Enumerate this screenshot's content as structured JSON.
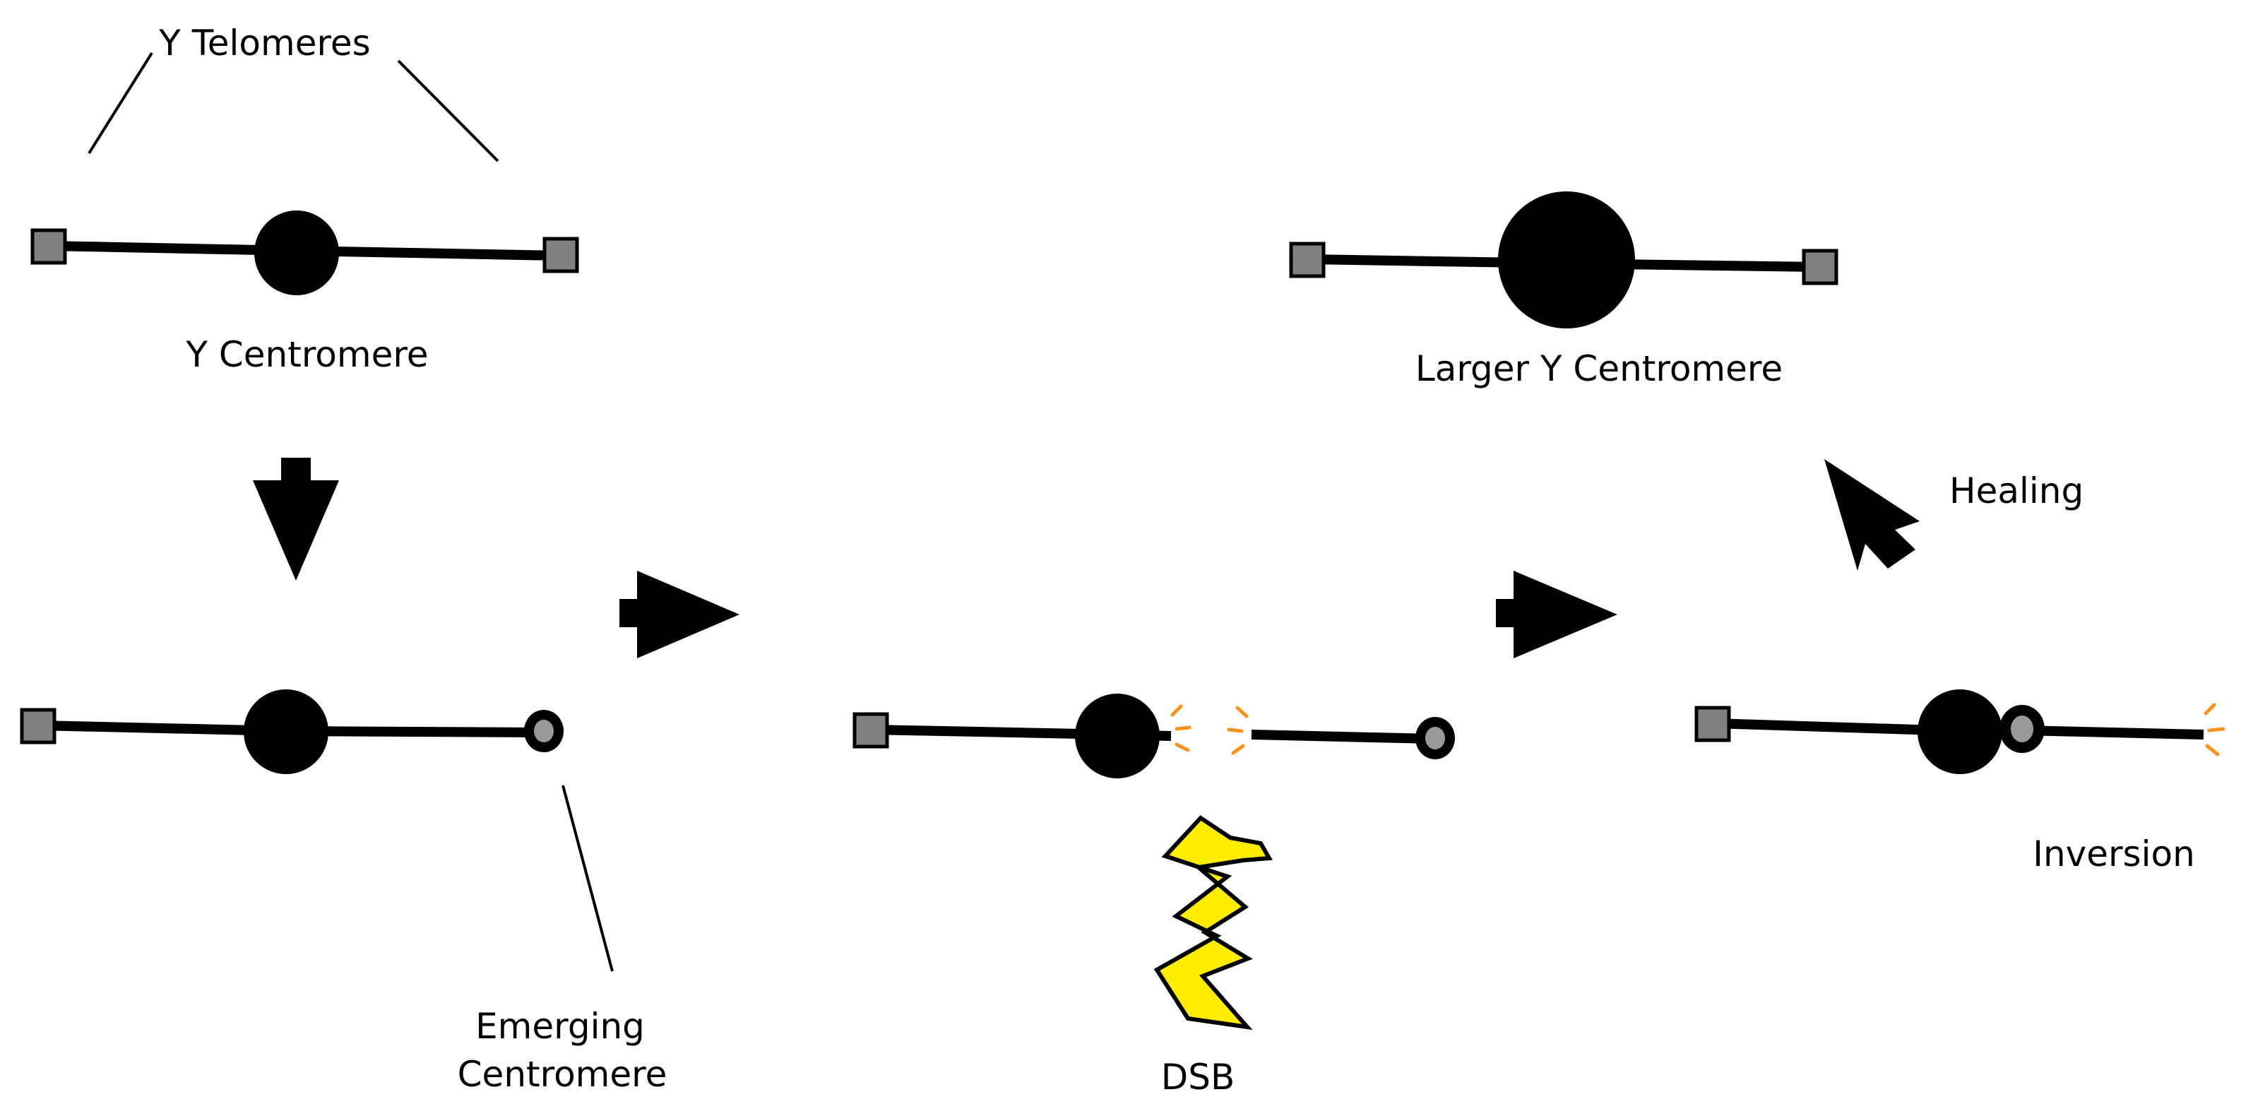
{
  "labels": {
    "y_telomeres": "Y Telomeres",
    "y_centromere": "Y Centromere",
    "emerging_line1": "Emerging",
    "emerging_line2": "Centromere",
    "dsb": "DSB",
    "inversion": "Inversion",
    "healing": "Healing",
    "larger_y_centromere": "Larger Y Centromere"
  },
  "colors": {
    "stroke": "#000000",
    "telomere": "#808080",
    "centromere": "#000000",
    "emerging_centromere_fill": "#999999",
    "break_spark": "#f7931e",
    "lightning": "#ffed00",
    "background": "#ffffff"
  }
}
